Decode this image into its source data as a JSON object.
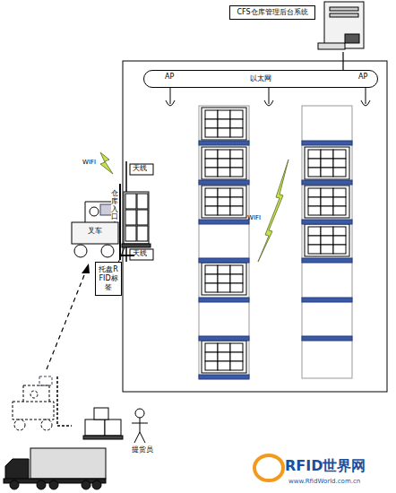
{
  "diagram": {
    "nodes": [
      {
        "text": [
          "CFS仓库管理后台系统"
        ]
      },
      {
        "text": [
          "以太网"
        ]
      },
      {
        "text": [
          "托盘RFID标签"
        ]
      }
    ],
    "edges": [
      {
        "from": 0,
        "to": 1,
        "arrow": "none"
      }
    ],
    "labels": [
      "AP",
      "AP",
      "WIFI",
      "WIFI",
      "天线",
      "天线",
      "仓库入口",
      "叉车",
      "提货员",
      "RFID世界网",
      "www.RfidWorld.com.cn"
    ]
  }
}
